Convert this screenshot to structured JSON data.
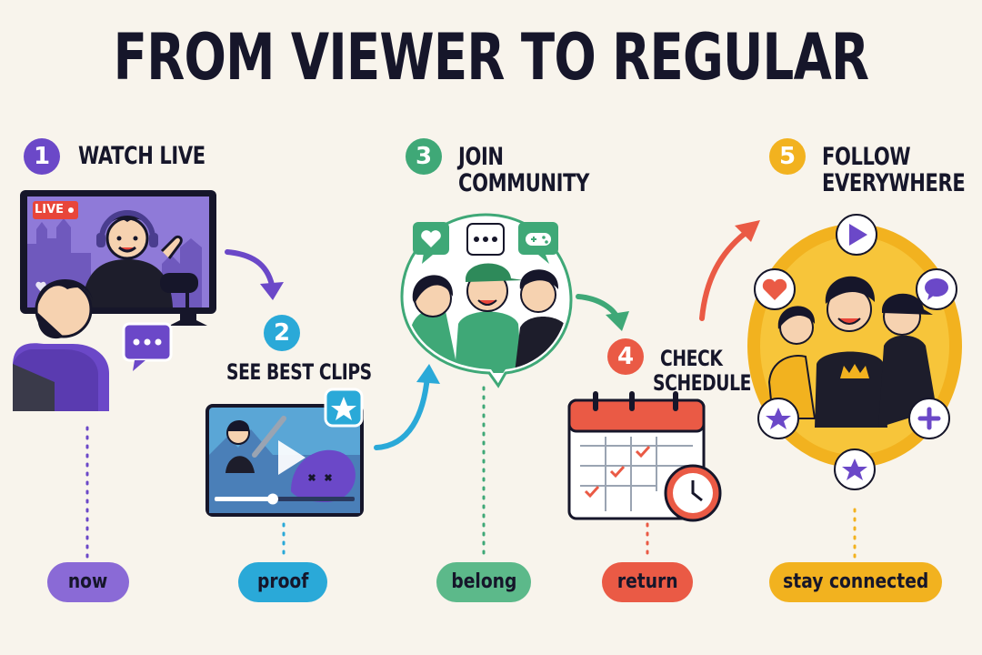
{
  "title": "FROM VIEWER TO REGULAR",
  "live_badge": "LIVE",
  "colors": {
    "step1": "#6b48c8",
    "step2": "#2aa9d8",
    "step3": "#3fa877",
    "step4": "#ea5a45",
    "step5": "#f2b21f",
    "ink": "#16162a"
  },
  "steps": [
    {
      "number": "1",
      "label": "WATCH LIVE",
      "pill": "now",
      "icons": [
        "monitor-icon",
        "viewer-icon",
        "chat-bubble-icon"
      ]
    },
    {
      "number": "2",
      "label": "SEE BEST CLIPS",
      "pill": "proof",
      "icons": [
        "video-clip-icon",
        "star-icon",
        "play-icon"
      ]
    },
    {
      "number": "3",
      "label_line1": "JOIN",
      "label_line2": "COMMUNITY",
      "pill": "belong",
      "icons": [
        "heart-icon",
        "chat-dots-icon",
        "gamepad-icon",
        "friends-group-icon"
      ]
    },
    {
      "number": "4",
      "label_line1": "CHECK",
      "label_line2": "SCHEDULE",
      "pill": "return",
      "icons": [
        "calendar-icon",
        "clock-icon",
        "checkmark-icon"
      ]
    },
    {
      "number": "5",
      "label_line1": "FOLLOW",
      "label_line2": "EVERYWHERE",
      "pill": "stay connected",
      "icons": [
        "play-icon",
        "heart-icon",
        "chat-icon",
        "star-icon",
        "plus-icon",
        "crown-icon"
      ]
    }
  ]
}
